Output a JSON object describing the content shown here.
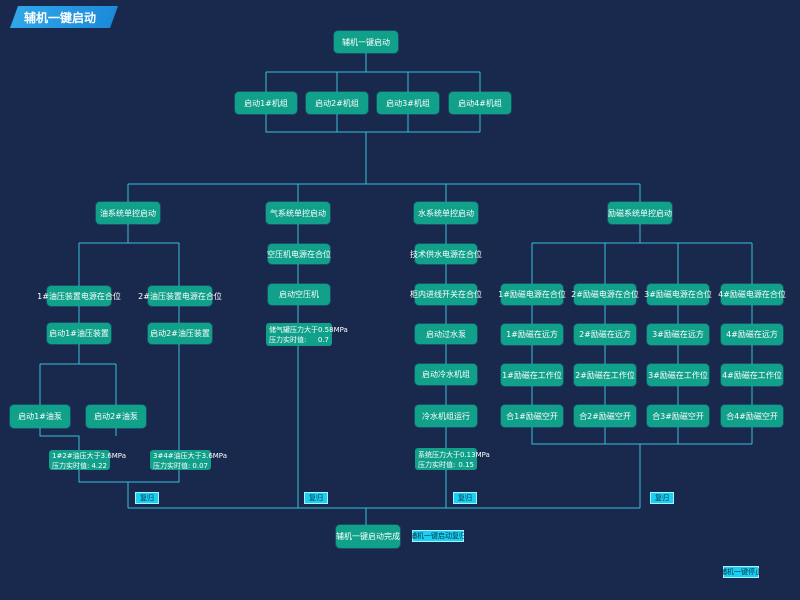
{
  "header": {
    "title": "辅机一键启动"
  },
  "flow": {
    "start": "辅机一键启动",
    "groups": [
      "启动1#机组",
      "启动2#机组",
      "启动3#机组",
      "启动4#机组"
    ],
    "branches": [
      "油系统单控启动",
      "气系统单控启动",
      "水系统单控启动",
      "励磁系统单控启动"
    ],
    "complete": "辅机一键启动完成"
  },
  "oil": {
    "p1": {
      "power": "1#油压装置电源在合位",
      "start": "启动1#油压装置"
    },
    "p2": {
      "power": "2#油压装置电源在合位",
      "start": "启动2#油压装置"
    },
    "pump1": "启动1#油泵",
    "pump2": "启动2#油泵",
    "status12": {
      "cond": "1#2#油压大于3.6MPa",
      "label": "压力实时值:",
      "value": "4.22"
    },
    "status34": {
      "cond": "3#4#油压大于3.6MPa",
      "label": "压力实时值:",
      "value": "0.07"
    }
  },
  "air": {
    "power": "空压机电源在合位",
    "start": "启动空压机",
    "status": {
      "cond": "储气罐压力大于0.58MPa",
      "label": "压力实时值:",
      "value": "0.7"
    }
  },
  "water": {
    "steps": [
      "技术供水电源在合位",
      "柜内进线开关在合位",
      "启动过水泵",
      "启动冷水机组",
      "冷水机组运行"
    ],
    "status": {
      "cond": "系统压力大于0.13MPa",
      "label": "压力实时值:",
      "value": "0.15"
    }
  },
  "exc": {
    "cols": [
      [
        "1#励磁电源在合位",
        "1#励磁在远方",
        "1#励磁在工作位",
        "合1#励磁空开"
      ],
      [
        "2#励磁电源在合位",
        "2#励磁在远方",
        "2#励磁在工作位",
        "合2#励磁空开"
      ],
      [
        "3#励磁电源在合位",
        "3#励磁在远方",
        "3#励磁在工作位",
        "合3#励磁空开"
      ],
      [
        "4#励磁电源在合位",
        "4#励磁在远方",
        "4#励磁在工作位",
        "合4#励磁空开"
      ]
    ]
  },
  "buttons": {
    "reset": "复归",
    "master_reset": "辅机一键启动复归",
    "stop": "辅机一键停止"
  },
  "colors": {
    "background": "#19294e",
    "node": "#11a08a",
    "line": "#39c0d8",
    "button": "#1ad0f0"
  }
}
